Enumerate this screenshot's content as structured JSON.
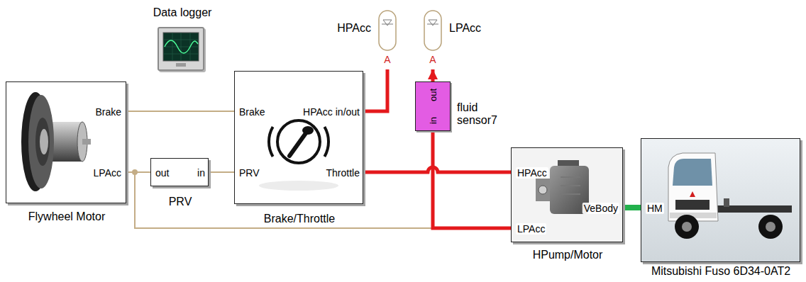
{
  "diagram": {
    "nodes": [
      {
        "text": [
          "Data logger"
        ]
      },
      {
        "text": [
          "HPAcc",
          "A"
        ]
      },
      {
        "text": [
          "LPAcc",
          "A"
        ]
      },
      {
        "text": [
          "Brake",
          "LPAcc",
          "Flywheel Motor"
        ]
      },
      {
        "text": [
          "out",
          "in",
          "PRV"
        ]
      },
      {
        "text": [
          "Brake",
          "HPAcc in/out",
          "PRV",
          "Throttle",
          "Brake/Throttle"
        ]
      },
      {
        "text": [
          "out",
          "in",
          "fluid sensor7"
        ]
      },
      {
        "text": [
          "HPAcc",
          "LPAcc",
          "VeBody",
          "HPump/Motor"
        ]
      },
      {
        "text": [
          "HM",
          "Mitsubishi Fuso 6D34-0AT2"
        ]
      }
    ],
    "edges": [
      {
        "from": 3,
        "to": 5,
        "arrow": "none"
      },
      {
        "from": 3,
        "to": 4,
        "arrow": "none"
      },
      {
        "from": 3,
        "to": 7,
        "arrow": "none"
      },
      {
        "from": 4,
        "to": 5,
        "arrow": "none"
      },
      {
        "from": 5,
        "to": 1,
        "arrow": "none"
      },
      {
        "from": 5,
        "to": 7,
        "arrow": "none"
      },
      {
        "from": 7,
        "to": 6,
        "arrow": "none"
      },
      {
        "from": 6,
        "to": 2,
        "arrow": "to"
      },
      {
        "from": 7,
        "to": 8,
        "arrow": "none"
      }
    ]
  }
}
